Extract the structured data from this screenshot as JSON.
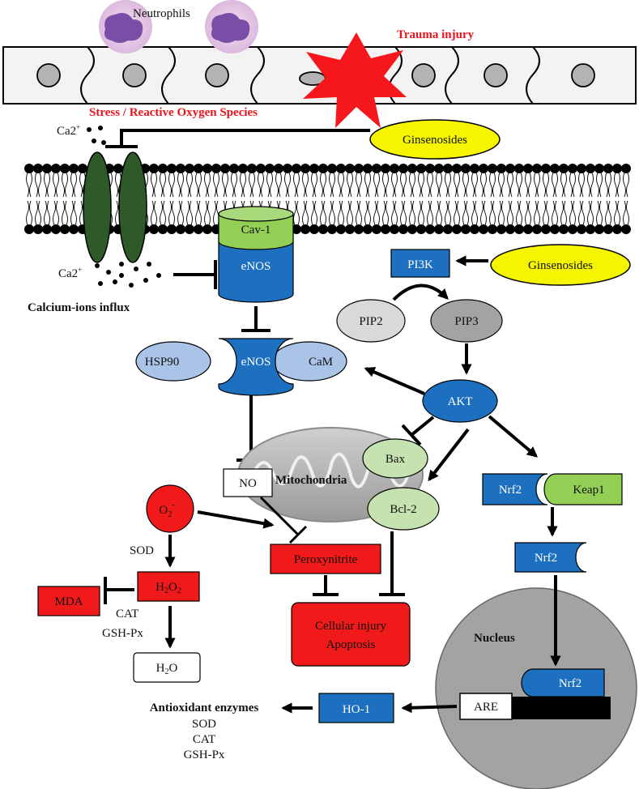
{
  "labels": {
    "neutrophils": "Neutrophils",
    "trauma": "Trauma injury",
    "stress": "Stress / Reactive Oxygen Species",
    "ginsenosides_top": "Ginsenosides",
    "ginsenosides_right": "Ginsenosides",
    "ca2_top": "Ca2",
    "ca2_top_sup": "+",
    "ca2_bottom": "Ca2",
    "ca2_bottom_sup": "+",
    "calcium_influx": "Calcium-ions influx",
    "cav1": "Cav-1",
    "enos_membrane": "eNOS",
    "enos_complex": "eNOS",
    "hsp90": "HSP90",
    "cam": "CaM",
    "pi3k": "PI3K",
    "pip2": "PIP2",
    "pip3": "PIP3",
    "akt": "AKT",
    "bax": "Bax",
    "bcl2": "Bcl-2",
    "mitochondria": "Mitochondria",
    "no": "NO",
    "o2": "O",
    "o2_sub": "2",
    "o2_sup": "-",
    "sod_side": "SOD",
    "h2o2_a": "H",
    "h2o2_b": "2",
    "h2o2_c": "O",
    "h2o2_d": "2",
    "mda": "MDA",
    "cat_side": "CAT",
    "gshpx_side": "GSH-Px",
    "h2o_a": "H",
    "h2o_b": "2",
    "h2o_c": "O",
    "peroxynitrite": "Peroxynitrite",
    "cellular_injury": "Cellular injury",
    "apoptosis": "Apoptosis",
    "nrf2_keap": "Nrf2",
    "keap1": "Keap1",
    "nrf2_free": "Nrf2",
    "nrf2_nucleus": "Nrf2",
    "nucleus": "Nucleus",
    "are": "ARE",
    "ho1": "HO-1",
    "antioxidant_title": "Antioxidant enzymes",
    "ae_sod": "SOD",
    "ae_cat": "CAT",
    "ae_gshpx": "GSH-Px"
  },
  "colors": {
    "blue": "#1d6fbf",
    "light_blue": "#a9c4e6",
    "light_green": "#c6e2b1",
    "green": "#92cf54",
    "dark_green": "#2e5a2a",
    "yellow": "#f5f500",
    "red": "#f01a1a",
    "gray": "#a3a3a3",
    "light_gray": "#d9d9d9"
  }
}
